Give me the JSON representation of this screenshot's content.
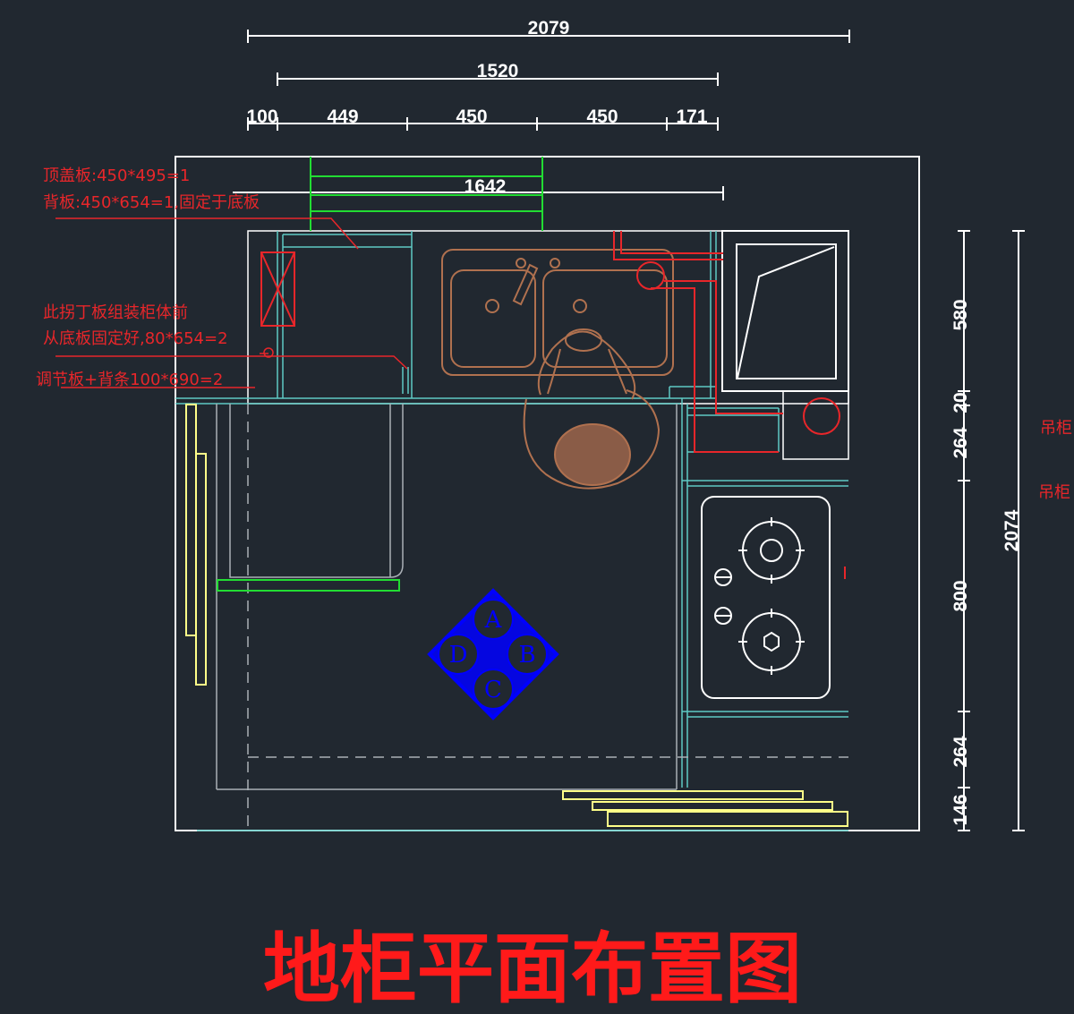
{
  "drawing": {
    "title": "地柜平面布置图",
    "dims_top": {
      "overall": "2079",
      "inner": "1520",
      "seg_100": "100",
      "seg_449": "449",
      "seg_450a": "450",
      "seg_450b": "450",
      "seg_171": "171",
      "back": "1642"
    },
    "dims_right": {
      "d580": "580",
      "d20": "20",
      "d264a": "264",
      "d800": "800",
      "d264b": "264",
      "d146": "146",
      "overall": "2074"
    },
    "notes": {
      "top_panel": "顶盖板:450*495=1",
      "back_panel": "背板:450*654=1,固定于底板",
      "corner_line1": "此拐丁板组装柜体前",
      "corner_line2": "从底板固定好,80*654=2",
      "adjust": "调节板+背条100*690=2",
      "wall_cab_1": "吊柜",
      "wall_cab_2": "吊柜"
    },
    "compass": {
      "a": "A",
      "b": "B",
      "c": "C",
      "d": "D"
    },
    "colors": {
      "background": "#212830",
      "outline": "#ffffff",
      "cabinet": "#5fc9c4",
      "green": "#22dd33",
      "yellow": "#ffff88",
      "red": "#e8262a",
      "brown": "#b0714f",
      "blue": "#0000ff"
    }
  }
}
